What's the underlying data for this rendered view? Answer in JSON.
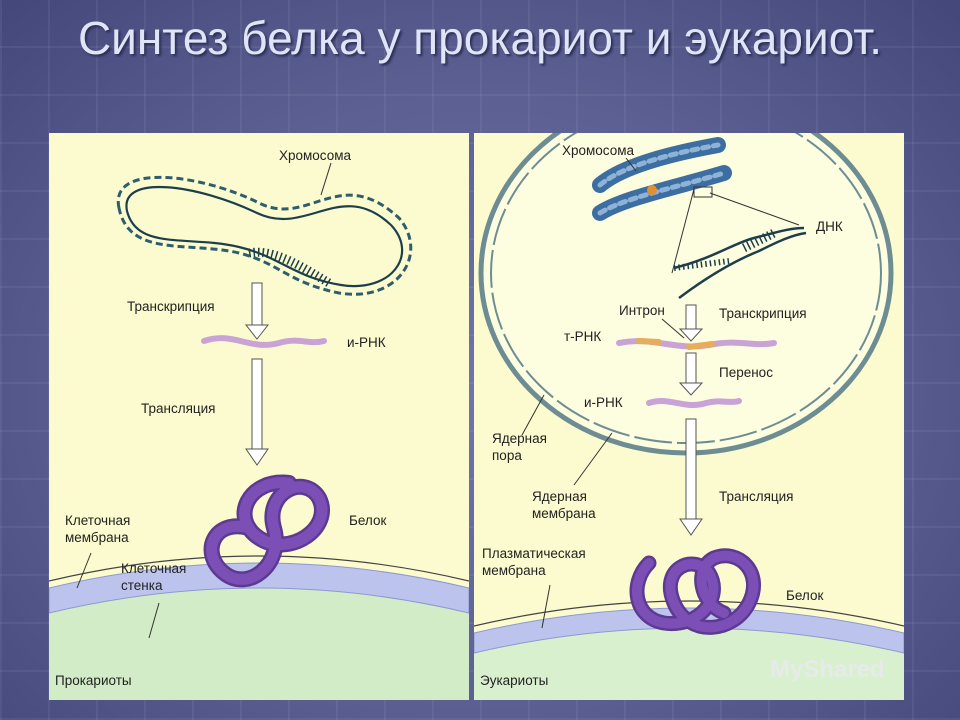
{
  "title": "Синтез белка у прокариот и эукариот.",
  "left": {
    "chromosome": "Хромосома",
    "transcription": "Транскрипция",
    "mrna": "и-РНК",
    "translation": "Трансляция",
    "protein": "Белок",
    "cell_membrane": "Клеточная мембрана",
    "cell_wall": "Клеточная стенка",
    "organism": "Прокариоты"
  },
  "right": {
    "chromosome": "Хромосома",
    "dna": "ДНК",
    "intron": "Интрон",
    "transcription": "Транскрипция",
    "trna": "т-РНК",
    "transfer": "Перенос",
    "mrna": "и-РНК",
    "nuclear_pore": "Ядерная пора",
    "nuclear_membrane": "Ядерная мембрана",
    "translation": "Трансляция",
    "plasma_membrane": "Плазматическая мембрана",
    "protein": "Белок",
    "organism": "Эукариоты"
  },
  "watermark": "MyShared",
  "colors": {
    "panel_bg": "#fbfbcf",
    "protein": "#7b4fb5",
    "mrna": "#c9a3d6",
    "membrane": "#bcc3ec",
    "cytoplasm": "#d9f0cf"
  }
}
